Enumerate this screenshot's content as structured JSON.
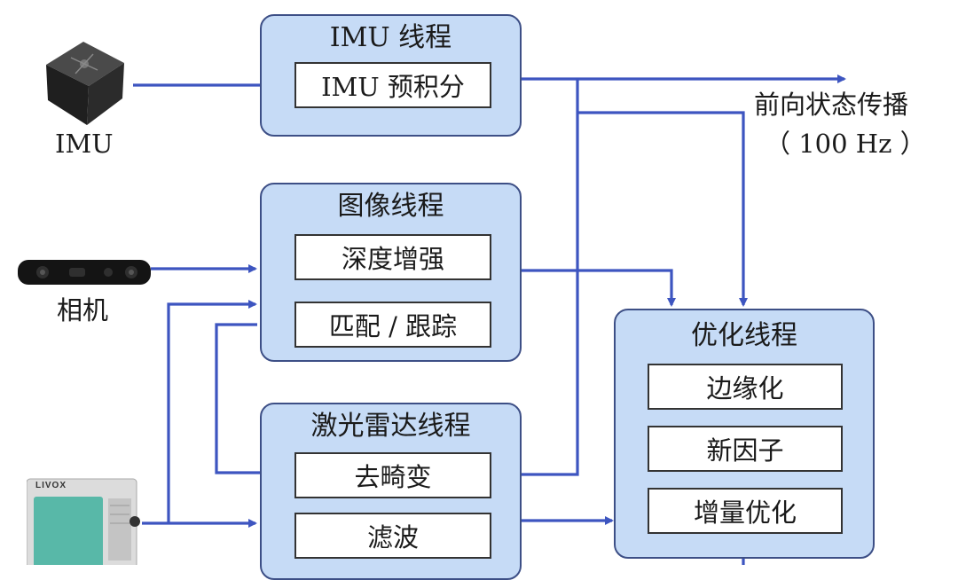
{
  "devices": {
    "imu_label": "IMU",
    "camera_label": "相机",
    "lidar_brand": "LIVOX"
  },
  "imu_thread": {
    "title": "IMU 线程",
    "steps": [
      "IMU 预积分"
    ]
  },
  "image_thread": {
    "title": "图像线程",
    "steps": [
      "深度增强",
      "匹配 / 跟踪"
    ]
  },
  "lidar_thread": {
    "title": "激光雷达线程",
    "steps": [
      "去畸变",
      "滤波"
    ]
  },
  "opt_thread": {
    "title": "优化线程",
    "steps": [
      "边缘化",
      "新因子",
      "增量优化"
    ]
  },
  "output": {
    "label": "前向状态传播",
    "rate": "（ 100 Hz ）"
  },
  "colors": {
    "arrow": "#3d55c0",
    "group_fill": "#c6dbf6",
    "group_border": "#3d4f86"
  }
}
